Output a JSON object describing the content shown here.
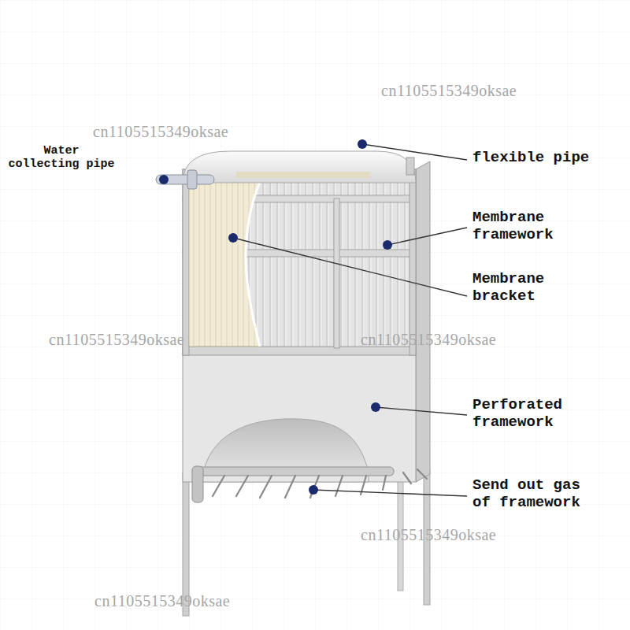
{
  "diagram": {
    "labels": [
      "Water collecting pipe",
      "flexible pipe",
      "Membrane framework",
      "Membrane bracket",
      "Perforated framework",
      "Send out gas of framework",
      "cn1105515349oksae",
      "cn1105515349oksae",
      "cn1105515349oksae",
      "cn1105515349oksae",
      "cn1105515349oksae",
      "cn1105515349oksae"
    ]
  }
}
